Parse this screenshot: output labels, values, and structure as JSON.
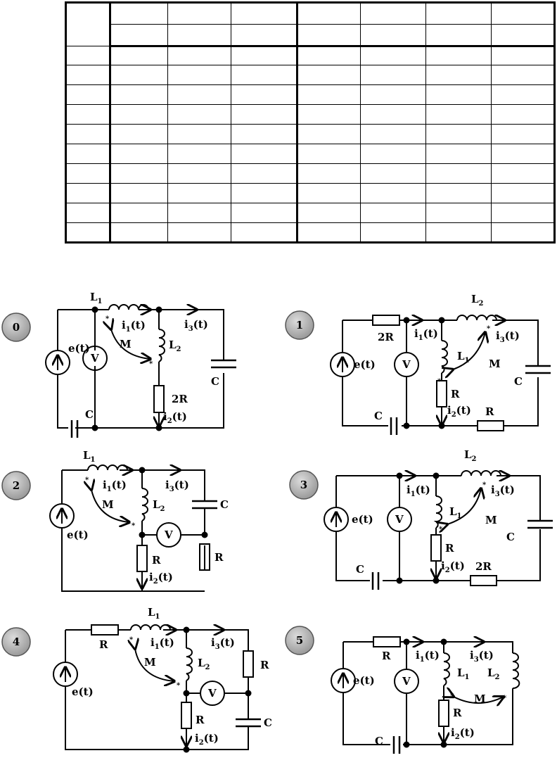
{
  "circuits": [
    {
      "badge": "0",
      "labels": {
        "L1": "L",
        "L1s": "1",
        "i1": "i",
        "i1s": "1",
        "i1t": "(t)",
        "i3": "i",
        "i3s": "3",
        "i3t": "(t)",
        "M": "M",
        "L2": "L",
        "L2s": "2",
        "e": "e(t)",
        "V": "V",
        "R2": "2R",
        "C1": "C",
        "C2": "C",
        "i2": "i",
        "i2s": "2",
        "i2t": "(t)"
      }
    },
    {
      "badge": "1",
      "labels": {
        "R1": "2R",
        "L2": "L",
        "L2s": "2",
        "i1": "i",
        "i1s": "1",
        "i1t": "(t)",
        "i3": "i",
        "i3s": "3",
        "i3t": "(t)",
        "L1": "L",
        "L1s": "1",
        "M": "M",
        "e": "e(t)",
        "V": "V",
        "R": "R",
        "C1": "C",
        "C2": "C",
        "i2": "i",
        "i2s": "2",
        "i2t": "(t)",
        "R2": "R"
      }
    },
    {
      "badge": "2",
      "labels": {
        "L1": "L",
        "L1s": "1",
        "i1": "i",
        "i1s": "1",
        "i1t": "(t)",
        "i3": "i",
        "i3s": "3",
        "i3t": "(t)",
        "M": "M",
        "L2": "L",
        "L2s": "2",
        "e": "e(t)",
        "V": "V",
        "C": "C",
        "R1": "R",
        "R2": "R",
        "i2": "i",
        "i2s": "2",
        "i2t": "(t)"
      }
    },
    {
      "badge": "3",
      "labels": {
        "L2": "L",
        "L2s": "2",
        "i1": "i",
        "i1s": "1",
        "i1t": "(t)",
        "i3": "i",
        "i3s": "3",
        "i3t": "(t)",
        "L1": "L",
        "L1s": "1",
        "M": "M",
        "e": "e(t)",
        "V": "V",
        "R": "R",
        "C1": "C",
        "C2": "C",
        "i2": "i",
        "i2s": "2",
        "i2t": "(t)",
        "R2": "2R"
      }
    },
    {
      "badge": "4",
      "labels": {
        "R1": "R",
        "L1": "L",
        "L1s": "1",
        "i1": "i",
        "i1s": "1",
        "i1t": "(t)",
        "i3": "i",
        "i3s": "3",
        "i3t": "(t)",
        "M": "M",
        "L2": "L",
        "L2s": "2",
        "e": "e(t)",
        "V": "V",
        "R2": "R",
        "R3": "R",
        "C": "C",
        "i2": "i",
        "i2s": "2",
        "i2t": "(t)"
      }
    },
    {
      "badge": "5",
      "labels": {
        "R1": "R",
        "i1": "i",
        "i1s": "1",
        "i1t": "(t)",
        "i3": "i",
        "i3s": "3",
        "i3t": "(t)",
        "L1": "L",
        "L1s": "1",
        "L2": "L",
        "L2s": "2",
        "M": "M",
        "e": "e(t)",
        "V": "V",
        "R2": "R",
        "C": "C",
        "i2": "i",
        "i2s": "2",
        "i2t": "(t)"
      }
    }
  ]
}
